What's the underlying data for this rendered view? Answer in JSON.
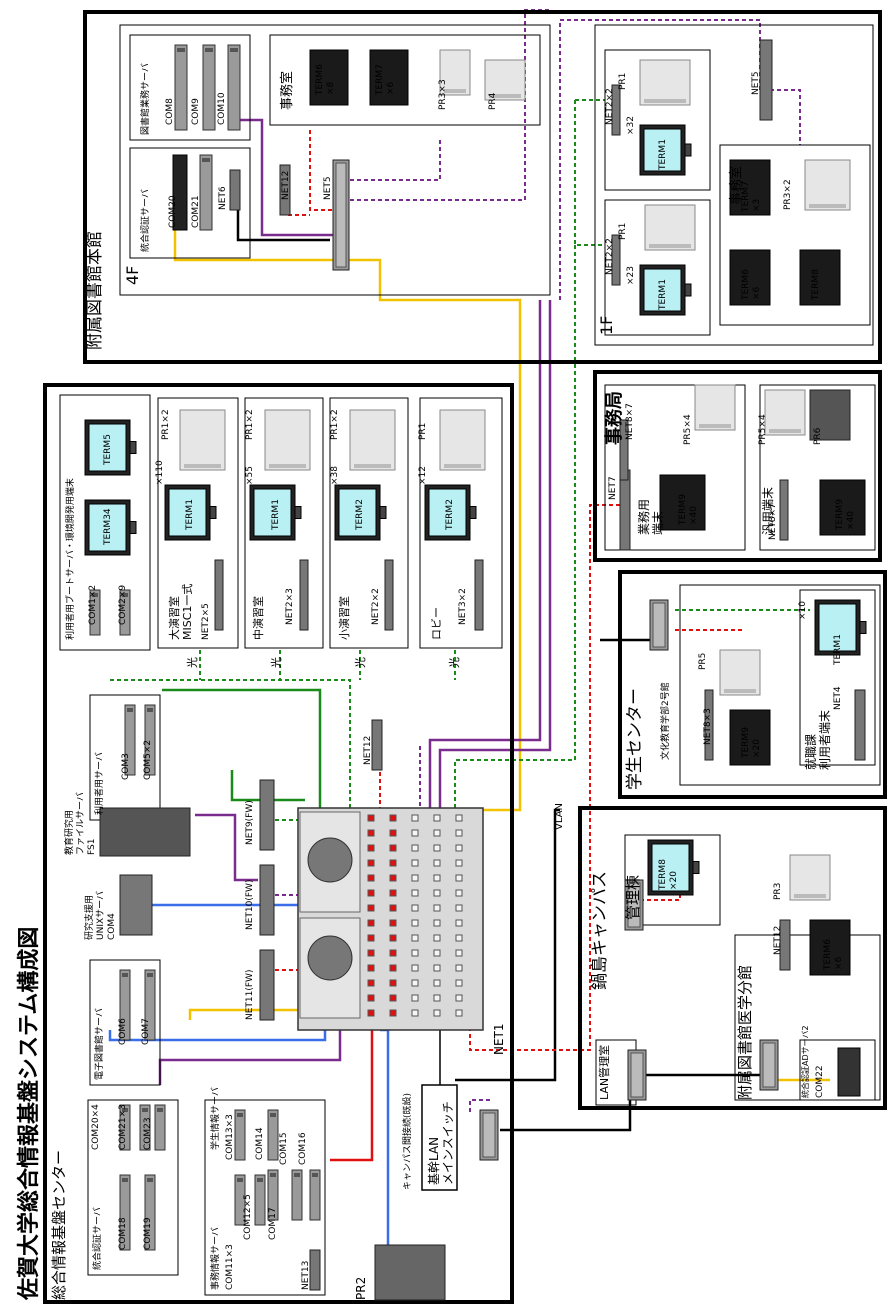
{
  "title": "佐賀大学総合情報基盤システム構成図",
  "regions": {
    "center": "総合情報基盤センター",
    "library_main": "附属図書館本館",
    "floor_4f": "4F",
    "floor_1f": "1F",
    "jimukyoku": "事務局",
    "student_center": "学生センター",
    "nabeshima": "鍋島キャンパス",
    "kanritou": "管理棟",
    "medical_library": "附属図書館医学分館",
    "lan_room": "LAN管理室"
  },
  "labels": {
    "library_server": "図書館業務サーバ",
    "com8": "COM8",
    "com9": "COM9",
    "com10": "COM10",
    "auth_server_4f": "統合認証サーバ",
    "com20_4f": "COM20",
    "com21_4f": "COM21",
    "net6": "NET6",
    "office_4f": "事務室",
    "term6_x8": "TERM6\n×8",
    "term7_x6": "TERM7\n×6",
    "pr3_x3": "PR3×3",
    "pr4": "PR4",
    "net12_4f": "NET12",
    "net5_4f": "NET5",
    "net5_1f": "NET5",
    "net2x2_a": "NET2×2",
    "net2x2_b": "NET2×2",
    "pr1_a": "PR1",
    "pr1_b": "PR1",
    "x32": "×32",
    "x23": "×23",
    "term1_a": "TERM1",
    "term1_b": "TERM1",
    "office_1f": "事務室",
    "term7_x3": "TERM7\n×3",
    "pr3_x2": "PR3×2",
    "term6_x6": "TERM6\n×6",
    "term8": "TERM8",
    "boot_servers": "利用者用ブートサーバ・環境開発用端末",
    "com1_x2": "COM1×2",
    "com2_x9": "COM2×9",
    "term34": "TERM34",
    "term5": "TERM5",
    "room_large": "大演習室\nMISC1一式",
    "room_mid": "中演習室",
    "room_small": "小演習室",
    "lobby": "ロビー",
    "net2x5": "NET2×5",
    "net2x3": "NET2×3",
    "net2x2_c": "NET2×2",
    "net3x2": "NET3×2",
    "x110": "×110",
    "x55": "×55",
    "x38": "×38",
    "x12": "×12",
    "pr1x2_a": "PR1×2",
    "pr1x2_b": "PR1×2",
    "pr1x2_c": "PR1×2",
    "pr1_lobby": "PR1",
    "term1_c": "TERM1",
    "term1_d": "TERM1",
    "term2_a": "TERM2",
    "term2_b": "TERM2",
    "hikari": "光",
    "user_server": "利用者用サーバ",
    "com3": "COM3",
    "com5_x2": "COM5×2",
    "net12_center": "NET12",
    "file_server": "教育研究用\nファイルサーバ\nFS1",
    "unix_server": "研究支援用\nUNIXサーバ\nCOM4",
    "elib_server": "電子図書館サーバ",
    "com6": "COM6",
    "com7": "COM7",
    "net9": "NET9(FW)",
    "net10": "NET10(FW)",
    "net11": "NET11(FW)",
    "net1": "NET1",
    "auth_server_c": "統合認証サーバ",
    "com20_x4": "COM20×4",
    "com21_x3": "COM21×3",
    "com23": "COM23",
    "com18": "COM18",
    "com19": "COM19",
    "jimu_server": "事務情報サーバ",
    "student_server": "学生情報サーバ",
    "com11_x3": "COM11×3",
    "com12_x5": "COM12×5",
    "com17": "COM17",
    "net13": "NET13",
    "com13_x3": "COM13×3",
    "com14": "COM14",
    "com15": "COM15",
    "com16": "COM16",
    "pr2": "PR2",
    "campus_link": "キャンパス間接続(既設)",
    "main_switch": "基幹LAN\nメインスイッチ",
    "vlan": "VLAN",
    "net7": "NET7",
    "gyomu_term": "業務用\n端末",
    "hanyo_term": "汎用端末",
    "net8x7_a": "NET8×7",
    "net8x7_b": "NET8×7",
    "pr5x4_a": "PR5×4",
    "pr5x4_b": "PR5×4",
    "pr6": "PR6",
    "term9x40_a": "TERM9\n×40",
    "term9x40_b": "TERM9\n×40",
    "bunka": "文化教育学部2号館",
    "pr5": "PR5",
    "net8x3": "NET8×3",
    "term9x20": "TERM9\n×20",
    "shushoku": "就職課\n利用者端末",
    "net4": "NET4",
    "x10": "×10",
    "term1_e": "TERM1",
    "pr3_med": "PR3",
    "net12_med": "NET12",
    "term6x6_med": "TERM6\n×6",
    "auth_ad": "統合認証ADサーバ2",
    "com22": "COM22",
    "term8x20": "TERM8\n×20"
  },
  "colors": {
    "yellow": "#f2c200",
    "purple": "#7a2c8e",
    "red": "#e01010",
    "green": "#1a8a1a",
    "blue": "#3a6ee8",
    "black": "#000000",
    "screen": "#b8f0f4"
  }
}
